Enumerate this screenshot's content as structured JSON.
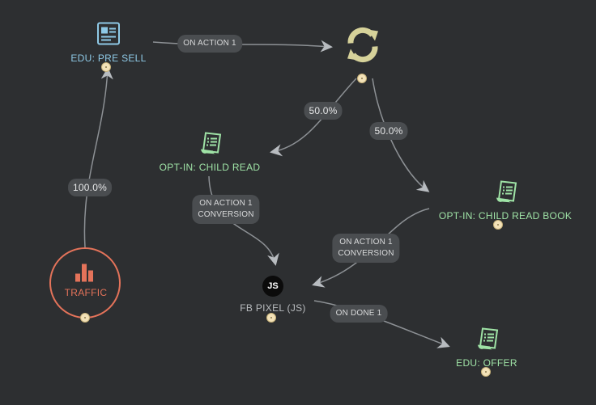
{
  "nodes": {
    "pre_sell": {
      "label": "EDU: PRE SELL",
      "icon": "article-icon"
    },
    "split": {
      "label": "",
      "icon": "refresh-icon"
    },
    "child_read": {
      "label": "OPT-IN: CHILD READ",
      "icon": "form-icon"
    },
    "child_read_book": {
      "label": "OPT-IN: CHILD READ BOOK",
      "icon": "form-icon"
    },
    "fb_pixel": {
      "label": "FB PIXEL (JS)",
      "icon_text": "JS"
    },
    "offer": {
      "label": "EDU: OFFER",
      "icon": "form-icon"
    },
    "traffic": {
      "label": "TRAFFIC",
      "icon": "bar-chart-icon"
    }
  },
  "edges": {
    "presell_to_split": "ON ACTION 1",
    "split_to_child_read": "50.0%",
    "split_to_child_read_book": "50.0%",
    "traffic_to_presell": "100.0%",
    "child_read_to_pixel_line1": "ON ACTION 1",
    "child_read_to_pixel_line2": "CONVERSION",
    "book_to_pixel_line1": "ON ACTION 1",
    "book_to_pixel_line2": "CONVERSION",
    "pixel_to_offer": "ON DONE 1"
  },
  "colors": {
    "background": "#2d2f31",
    "edu_label": "#8ec9e6",
    "optin_label": "#9fe3a6",
    "traffic": "#e4735a",
    "pixel_label": "#b9bcbf",
    "split_icon": "#d6d29a",
    "edge": "#9ea2a6"
  }
}
